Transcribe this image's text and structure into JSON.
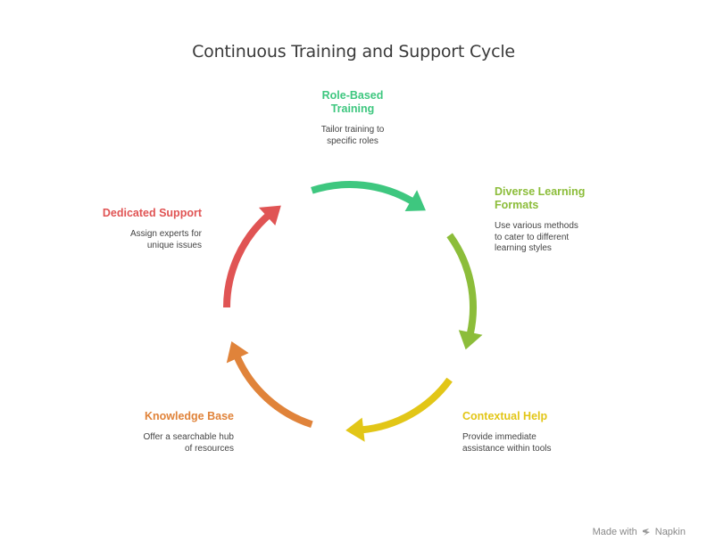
{
  "title": "Continuous Training and Support Cycle",
  "colors": {
    "role_based": "#3ec77f",
    "diverse": "#8cbd3a",
    "contextual": "#e2c617",
    "knowledge": "#e0833a",
    "support": "#e05454"
  },
  "stages": [
    {
      "name": "Role-Based Training",
      "head_lines": [
        "Role-Based",
        "Training"
      ],
      "desc_lines": [
        "Tailor training to",
        "specific roles"
      ]
    },
    {
      "name": "Diverse Learning Formats",
      "head_lines": [
        "Diverse Learning",
        "Formats"
      ],
      "desc_lines": [
        "Use various methods",
        "to cater to different",
        "learning styles"
      ]
    },
    {
      "name": "Contextual Help",
      "head_lines": [
        "Contextual Help"
      ],
      "desc_lines": [
        "Provide immediate",
        "assistance within tools"
      ]
    },
    {
      "name": "Knowledge Base",
      "head_lines": [
        "Knowledge Base"
      ],
      "desc_lines": [
        "Offer a searchable hub",
        "of resources"
      ]
    },
    {
      "name": "Dedicated Support",
      "head_lines": [
        "Dedicated Support"
      ],
      "desc_lines": [
        "Assign experts for",
        "unique issues"
      ]
    }
  ],
  "footer": {
    "made_with": "Made with",
    "brand": "Napkin"
  }
}
